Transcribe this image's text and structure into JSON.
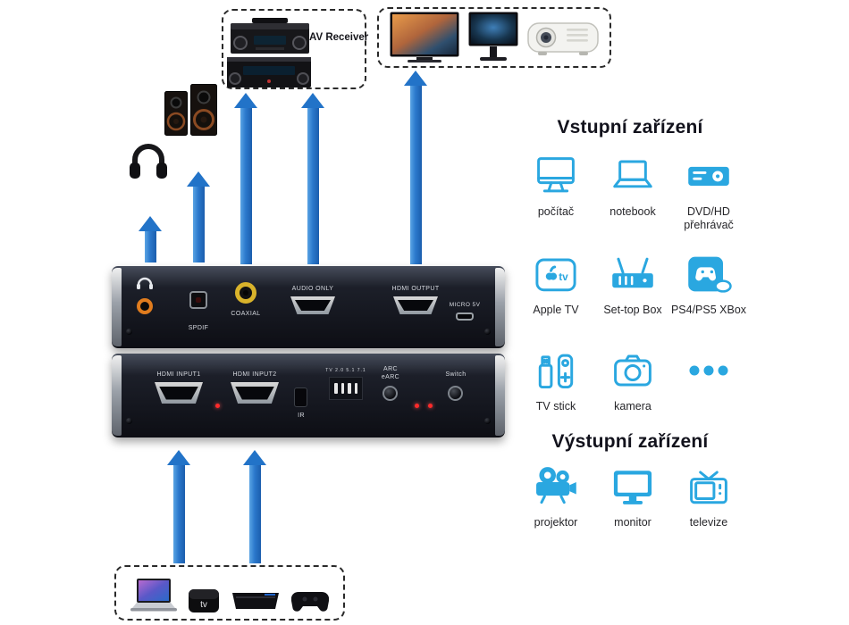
{
  "colors": {
    "accent_blue": "#2aa7e0",
    "arrow_blue": "#2273c8",
    "panel_black": "#15161d",
    "led_red": "#ff2a2a",
    "coax_yellow": "#d9b32b",
    "jack_orange": "#e07c1e"
  },
  "av_receiver_box": {
    "label": "AV Receiver"
  },
  "apple_tv_logo_text": "tv",
  "device_unit": {
    "top_panel": {
      "headphone_port_icon": "headphones-icon",
      "spdif_label": "SPDIF",
      "coaxial_label": "COAXIAL",
      "audio_only_label": "AUDIO ONLY",
      "hdmi_output_label": "HDMI OUTPUT",
      "micro_5v_label": "MICRO 5V"
    },
    "bottom_panel": {
      "hdmi_input1_label": "HDMI INPUT1",
      "hdmi_input2_label": "HDMI INPUT2",
      "ir_label": "IR",
      "dip_switch_label": "TV 2.0 5.1 7.1",
      "arc_label": "ARC",
      "earc_label": "eARC",
      "switch_label": "Switch"
    }
  },
  "input_devices": {
    "title": "Vstupní zařízení",
    "items": [
      {
        "icon": "desktop-computer-icon",
        "label": "počítač"
      },
      {
        "icon": "notebook-icon",
        "label": "notebook"
      },
      {
        "icon": "dvd-hd-player-icon",
        "label": "DVD/HD přehrávač"
      },
      {
        "icon": "apple-tv-icon",
        "label": "Apple TV",
        "icon_text": "tv"
      },
      {
        "icon": "settop-box-icon",
        "label": "Set-top Box"
      },
      {
        "icon": "game-console-icon",
        "label": "PS4/PS5 XBox"
      },
      {
        "icon": "tv-stick-icon",
        "label": "TV stick"
      },
      {
        "icon": "camera-icon",
        "label": "kamera"
      },
      {
        "icon": "more-devices-icon",
        "label": ""
      }
    ]
  },
  "output_devices": {
    "title": "Výstupní zařízení",
    "items": [
      {
        "icon": "film-projector-icon",
        "label": "projektor"
      },
      {
        "icon": "monitor-icon",
        "label": "monitor"
      },
      {
        "icon": "television-icon",
        "label": "televize"
      }
    ]
  }
}
